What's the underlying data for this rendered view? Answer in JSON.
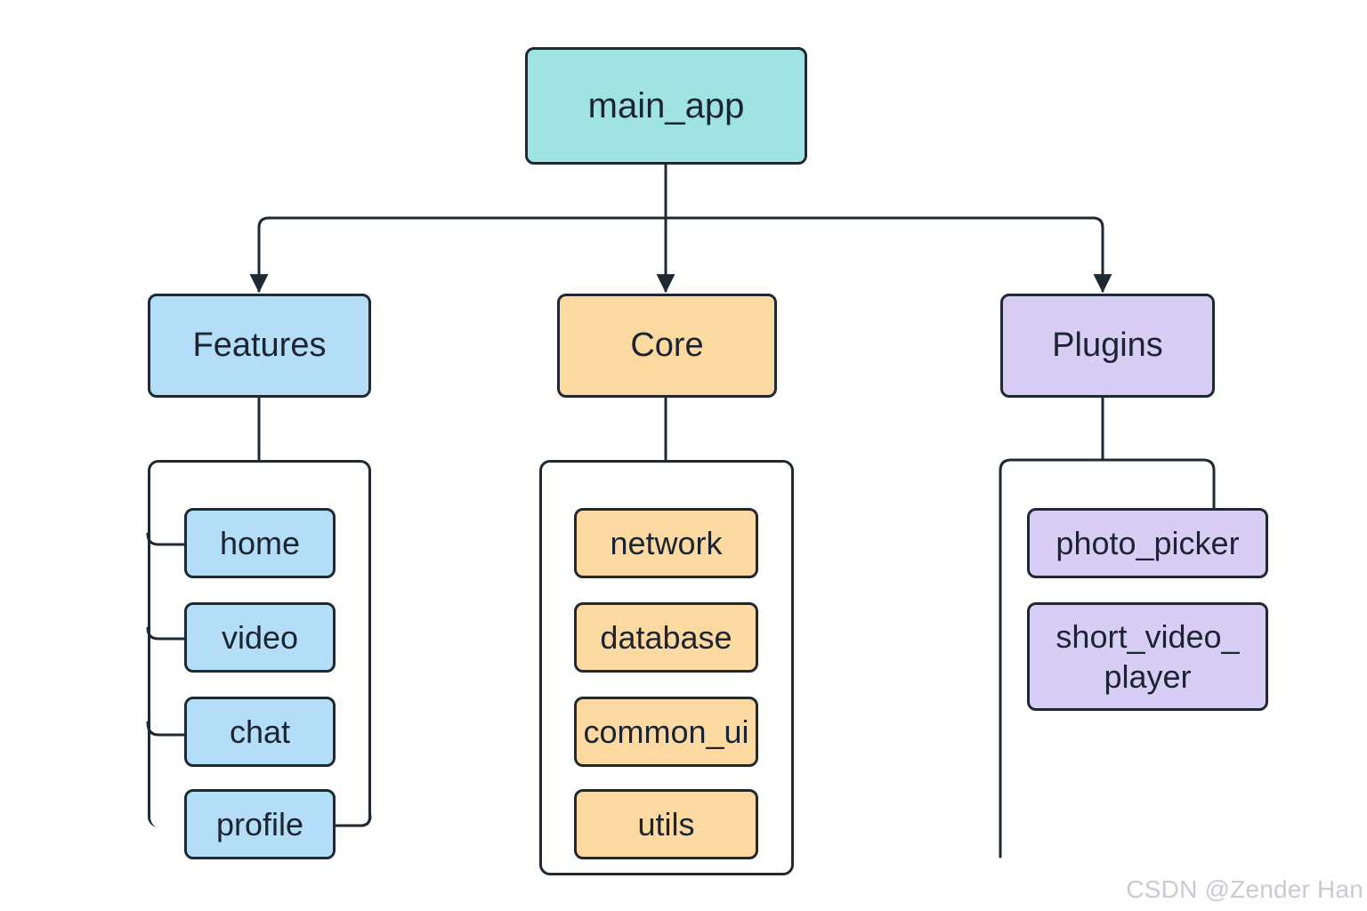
{
  "diagram": {
    "root": {
      "label": "main_app",
      "color": "#a0e3e3"
    },
    "groups": [
      {
        "id": "features",
        "label": "Features",
        "color": "#b4def7",
        "children": [
          "home",
          "video",
          "chat",
          "profile"
        ]
      },
      {
        "id": "core",
        "label": "Core",
        "color": "#fcd9a0",
        "children": [
          "network",
          "database",
          "common_ui",
          "utils"
        ]
      },
      {
        "id": "plugins",
        "label": "Plugins",
        "color": "#d8cef5",
        "children": [
          "photo_picker",
          "short_video_\nplayer"
        ]
      }
    ],
    "line_color": "#1f2933"
  },
  "watermark": "CSDN @Zender Han"
}
